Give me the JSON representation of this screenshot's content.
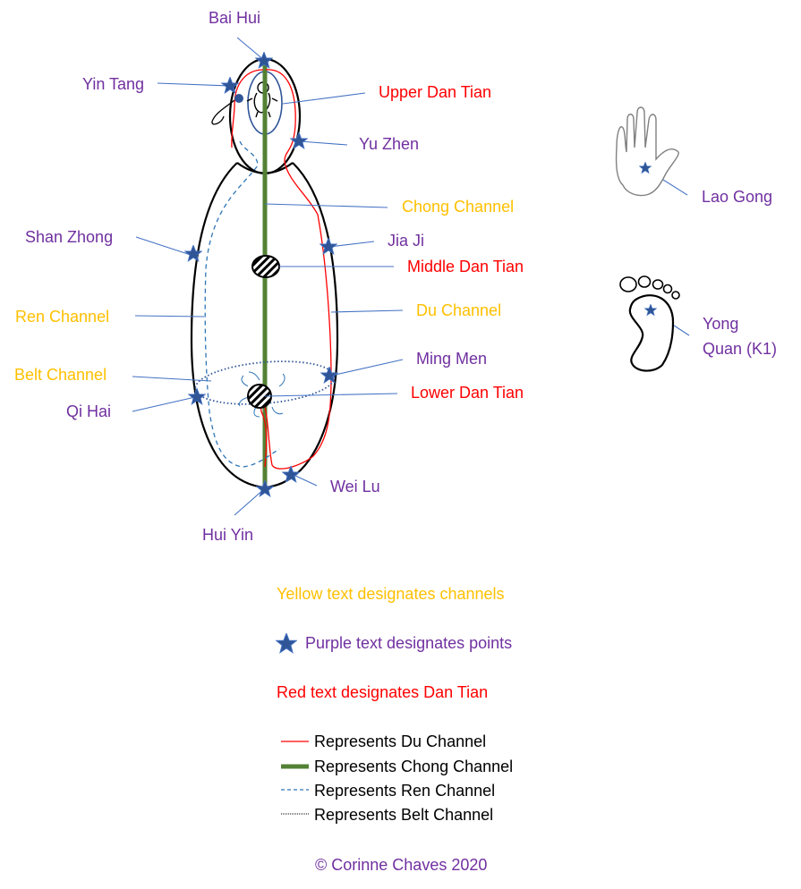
{
  "colors": {
    "points": "#7030A0",
    "channels": "#FFC000",
    "dan_tian": "#FF0000",
    "du_line": "#FF0000",
    "chong_line": "#538135",
    "ren_line": "#2E75B6",
    "belt_line": "#2F5597",
    "star": "#2F5597",
    "leader": "#4472C4"
  },
  "points": {
    "bai_hui": "Bai Hui",
    "yin_tang": "Yin Tang",
    "yu_zhen": "Yu Zhen",
    "shan_zhong": "Shan Zhong",
    "jia_ji": "Jia Ji",
    "ming_men": "Ming Men",
    "qi_hai": "Qi Hai",
    "wei_lu": "Wei Lu",
    "hui_yin": "Hui Yin",
    "lao_gong": "Lao Gong",
    "yong_quan_line1": "Yong",
    "yong_quan_line2": "Quan (K1)"
  },
  "channels": {
    "chong": "Chong Channel",
    "ren": "Ren Channel",
    "du": "Du Channel",
    "belt": "Belt Channel"
  },
  "dan_tian": {
    "upper": "Upper Dan Tian",
    "middle": "Middle Dan Tian",
    "lower": "Lower Dan Tian"
  },
  "key": {
    "yellow": "Yellow text designates channels",
    "purple": "Purple text designates points",
    "red": "Red text designates Dan Tian"
  },
  "legend": [
    {
      "label": "Represents Du Channel"
    },
    {
      "label": "Represents Chong Channel"
    },
    {
      "label": "Represents Ren Channel"
    },
    {
      "label": "Represents Belt Channel"
    }
  ],
  "copyright": "© Corinne Chaves 2020"
}
